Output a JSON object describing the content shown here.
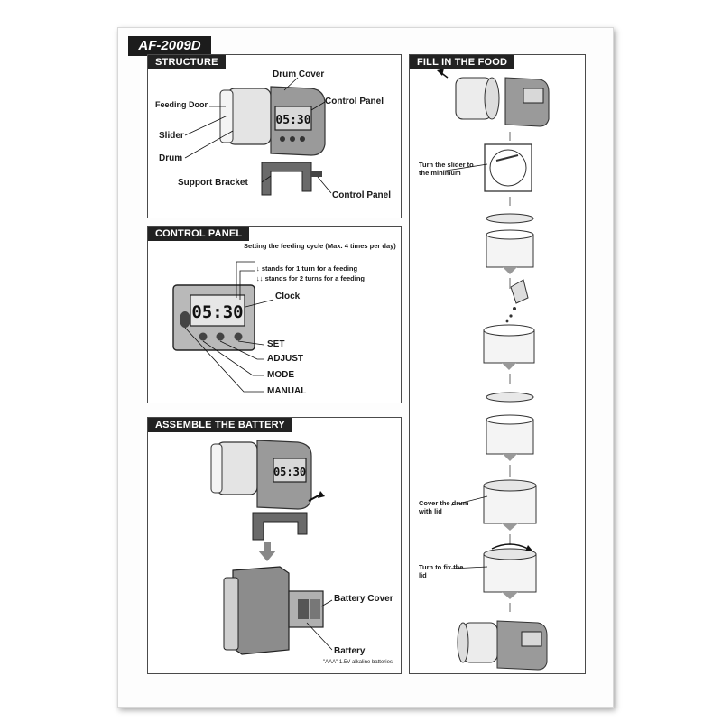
{
  "document": {
    "model": "AF-2009D",
    "structure": {
      "title": "STRUCTURE",
      "labels": {
        "drum_cover": "Drum  Cover",
        "feeding_door": "Feeding Door",
        "control_panel_top": "Control Panel",
        "slider": "Slider",
        "drum": "Drum",
        "support_bracket": "Support Bracket",
        "control_panel_bottom": "Control Panel"
      }
    },
    "control_panel": {
      "title": "CONTROL PANEL",
      "cycle_note": "Setting the feeding cycle (Max. 4 times per day)",
      "one_turn": "↓ stands for 1 turn for a feeding",
      "two_turns": "↓↓ stands for 2 turns for a feeding",
      "lcd_time": "05:30",
      "labels": {
        "clock": "Clock",
        "set": "SET",
        "adjust": "ADJUST",
        "mode": "MODE",
        "manual": "MANUAL"
      }
    },
    "battery": {
      "title": "ASSEMBLE THE BATTERY",
      "battery_cover": "Battery Cover",
      "battery": "Battery",
      "battery_note": "\"AAA\" 1.5V alkaline batteries"
    },
    "fill_food": {
      "title": "FILL IN THE FOOD",
      "step_slider": "Turn the slider to the minimum",
      "step_cover": "Cover the drum with lid",
      "step_turn": "Turn to fix the lid"
    }
  }
}
